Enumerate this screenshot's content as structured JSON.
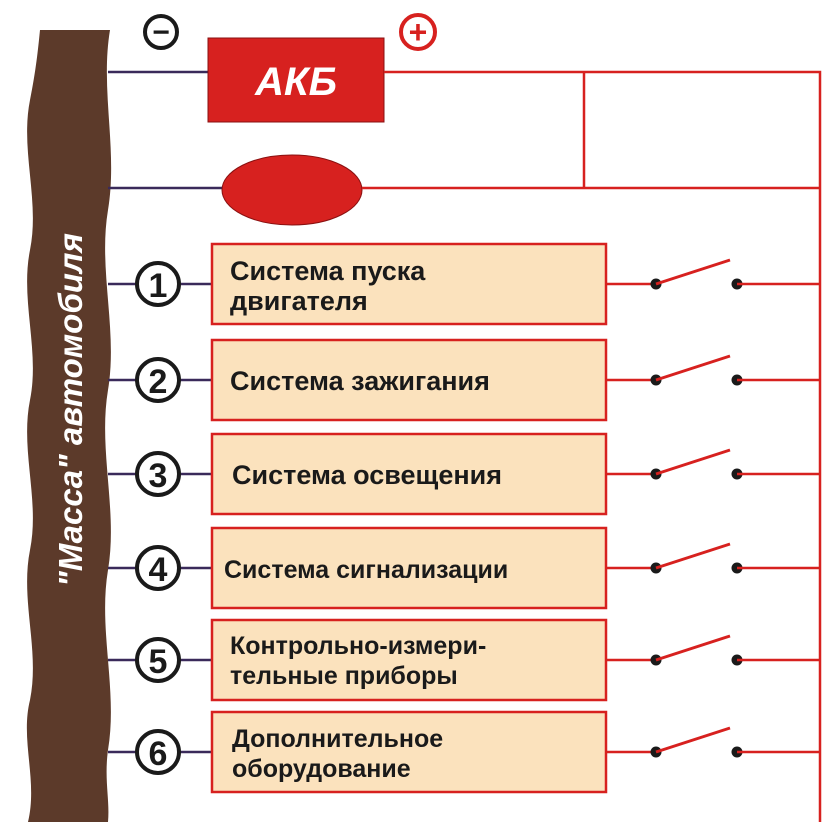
{
  "ground": {
    "label": "\"Масса\" автомобиля",
    "fill_color": "#5c3a2a"
  },
  "battery": {
    "label": "АКБ",
    "negative_symbol": "−",
    "positive_symbol": "+",
    "fill_color": "#d7211f"
  },
  "generator": {
    "fill_color": "#d7211f"
  },
  "wire_color": "#d7211f",
  "ground_wire_color": "#3a2a5a",
  "box_fill": "#fbe2bd",
  "consumers": [
    {
      "number": "1",
      "lines": [
        "Система пуска",
        "двигателя"
      ]
    },
    {
      "number": "2",
      "lines": [
        "Система зажигания"
      ]
    },
    {
      "number": "3",
      "lines": [
        "Система освещения"
      ]
    },
    {
      "number": "4",
      "lines": [
        "Система сигнализации"
      ]
    },
    {
      "number": "5",
      "lines": [
        "Контрольно-измери-",
        "тельные приборы"
      ]
    },
    {
      "number": "6",
      "lines": [
        "Дополнительное",
        "оборудование"
      ]
    }
  ]
}
